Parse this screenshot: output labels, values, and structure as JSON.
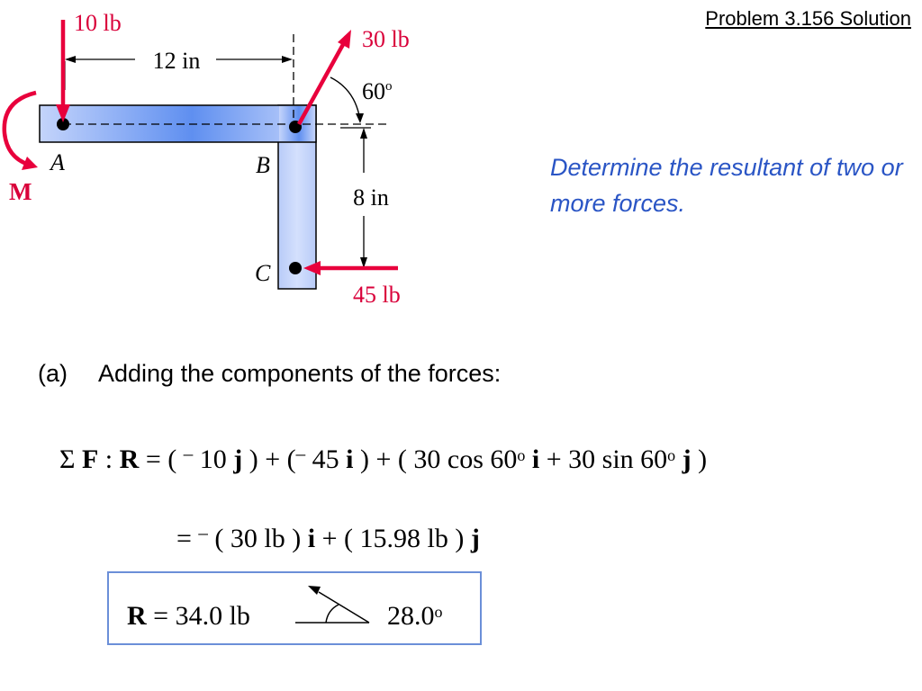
{
  "header": {
    "title": "Problem  3.156 Solution"
  },
  "prompt": {
    "text": "Determine the resultant of two or more forces."
  },
  "diagram": {
    "force_a_label": "10 lb",
    "force_b_label": "30 lb",
    "force_c_label": "45 lb",
    "moment_label": "M",
    "dim_horizontal": "12 in",
    "dim_vertical": "8 in",
    "angle_label": "60",
    "point_a": "A",
    "point_b": "B",
    "point_c": "C",
    "degree_mark": "o",
    "colors": {
      "force": "#e8003c",
      "beam_fill": "#6f95ee",
      "beam_stroke": "#000000"
    }
  },
  "solution": {
    "step_label": "(a)",
    "step_text": "Adding the components of the forces:",
    "eq1": {
      "sigma": "Σ",
      "F": "F",
      "colon": " :  ",
      "R": "R",
      "p1": " = ( ",
      "m1": "–",
      "p2": " 10 ",
      "j1": "j",
      "p3": " ) + (",
      "m2": "–",
      "p4": " 45 ",
      "i1": "i",
      "p5": " ) + ( 30 cos 60",
      "deg1": "o",
      "p6": "  ",
      "i2": "i",
      "p7": " + 30 sin 60",
      "deg2": "o",
      "p8": " ",
      "j2": "j",
      "p9": " )"
    },
    "eq2": {
      "p1": "= ",
      "m1": "–",
      "p2": " ( 30 lb ) ",
      "i": "i",
      "p3": " + ( 15.98 lb ) ",
      "j": "j"
    },
    "result": {
      "R": "R",
      "value": " = 34.0 lb",
      "angle": "28.0",
      "deg": "o"
    }
  }
}
